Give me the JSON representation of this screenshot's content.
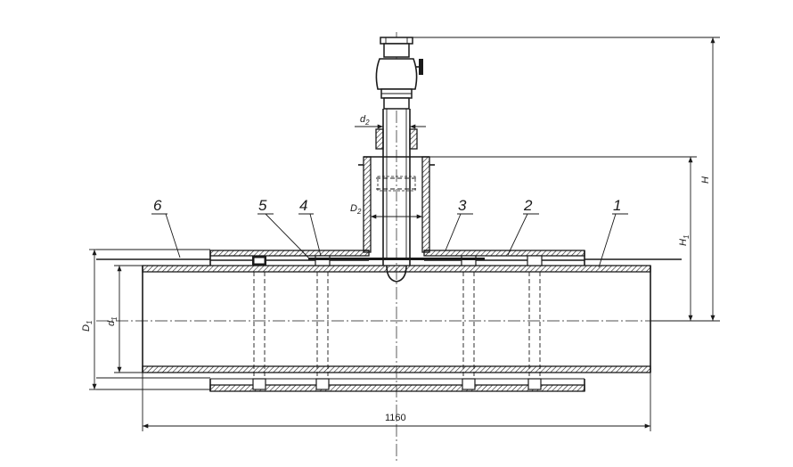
{
  "callouts": {
    "c1": "1",
    "c2": "2",
    "c3": "3",
    "c4": "4",
    "c5": "5",
    "c6": "6"
  },
  "dimensions": {
    "length": "1160",
    "H": {
      "main": "H",
      "sub": ""
    },
    "H1": {
      "main": "H",
      "sub": "1"
    },
    "D1": {
      "main": "D",
      "sub": "1"
    },
    "d1": {
      "main": "d",
      "sub": "1"
    },
    "D2": {
      "main": "D",
      "sub": "2"
    },
    "d2": {
      "main": "d",
      "sub": "2"
    }
  }
}
